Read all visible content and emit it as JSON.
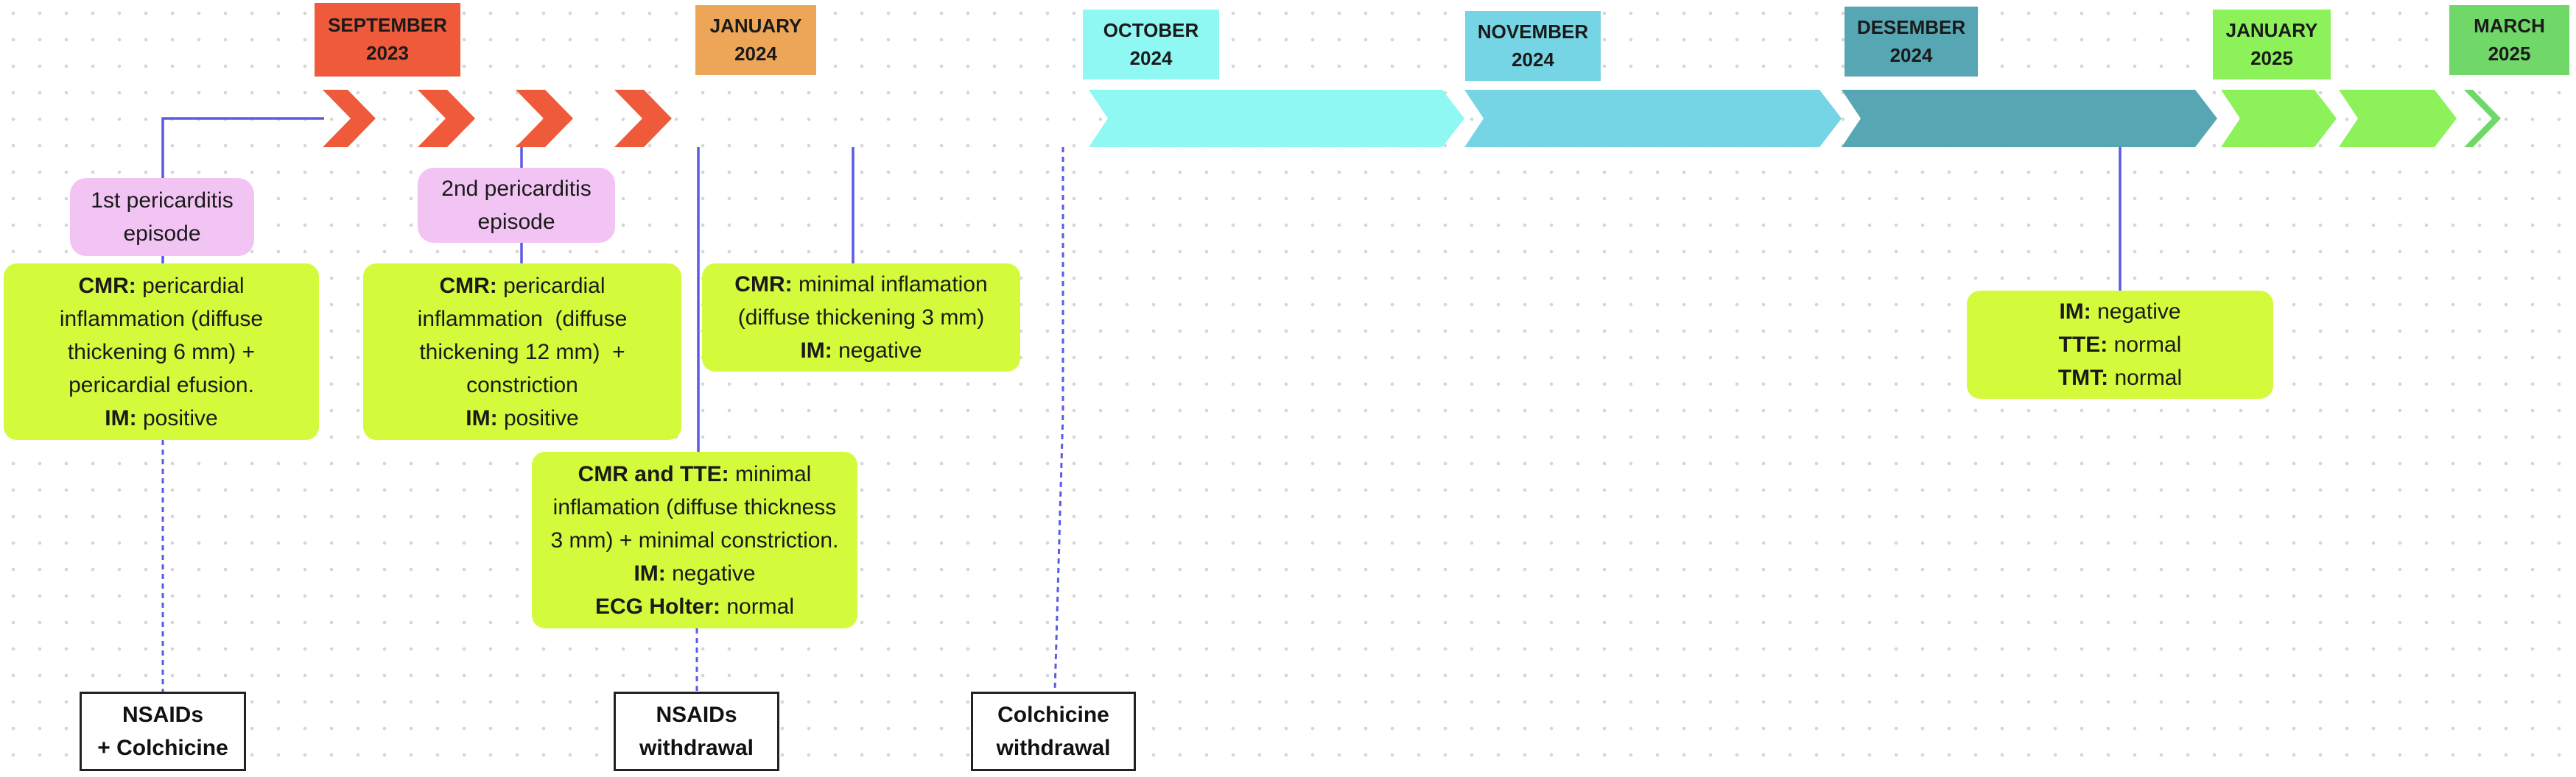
{
  "periods": [
    {
      "label": "SEPTEMBER\n2023",
      "color": "#ef5a3a"
    },
    {
      "label": "JANUARY\n2024",
      "color": "#eda658"
    },
    {
      "label": "OCTOBER\n2024",
      "color": "#8ff8f3"
    },
    {
      "label": "NOVEMBER\n2024",
      "color": "#76d5e4"
    },
    {
      "label": "DESEMBER\n2024",
      "color": "#57a6b4"
    },
    {
      "label": "JANUARY\n2025",
      "color": "#8df25a"
    },
    {
      "label": "MARCH\n2025",
      "color": "#6fd868"
    }
  ],
  "episodes": [
    {
      "label": "1st pericarditis\nepisode"
    },
    {
      "label": "2nd pericarditis\nepisode"
    }
  ],
  "findings": [
    {
      "lines": [
        [
          {
            "b": "CMR:"
          },
          {
            "t": " pericardial"
          }
        ],
        [
          {
            "t": "inflammation (diffuse"
          }
        ],
        [
          {
            "t": "thickening 6 mm) +"
          }
        ],
        [
          {
            "t": "pericardial efusion."
          }
        ],
        [
          {
            "b": "IM:"
          },
          {
            "t": " positive"
          }
        ]
      ]
    },
    {
      "lines": [
        [
          {
            "b": "CMR:"
          },
          {
            "t": " pericardial"
          }
        ],
        [
          {
            "t": "inflammation  (diffuse"
          }
        ],
        [
          {
            "t": "thickening 12 mm)  +"
          }
        ],
        [
          {
            "t": "constriction"
          }
        ],
        [
          {
            "b": "IM:"
          },
          {
            "t": " positive"
          }
        ]
      ]
    },
    {
      "lines": [
        [
          {
            "b": "CMR:"
          },
          {
            "t": " minimal inflamation"
          }
        ],
        [
          {
            "t": "(diffuse thickening 3 mm)"
          }
        ],
        [
          {
            "b": "IM:"
          },
          {
            "t": " negative"
          }
        ]
      ]
    },
    {
      "lines": [
        [
          {
            "b": "CMR and TTE:"
          },
          {
            "t": " minimal"
          }
        ],
        [
          {
            "t": "inflamation (diffuse thickness"
          }
        ],
        [
          {
            "t": "3 mm) + minimal constriction."
          }
        ],
        [
          {
            "b": "IM:"
          },
          {
            "t": " negative"
          }
        ],
        [
          {
            "b": "ECG Holter:"
          },
          {
            "t": " normal"
          }
        ]
      ]
    },
    {
      "lines": [
        [
          {
            "b": "IM:"
          },
          {
            "t": " negative"
          }
        ],
        [
          {
            "b": "TTE:"
          },
          {
            "t": " normal"
          }
        ],
        [
          {
            "b": "TMT:"
          },
          {
            "t": " normal"
          }
        ]
      ]
    }
  ],
  "drugs": [
    {
      "label": "NSAIDs\n+ Colchicine"
    },
    {
      "label": "NSAIDs\nwithdrawal"
    },
    {
      "label": "Colchicine\nwithdrawal"
    }
  ],
  "colors": {
    "episode": "#f2c4f4",
    "finding": "#d4fa3c",
    "connector": "#5a5ae6"
  }
}
